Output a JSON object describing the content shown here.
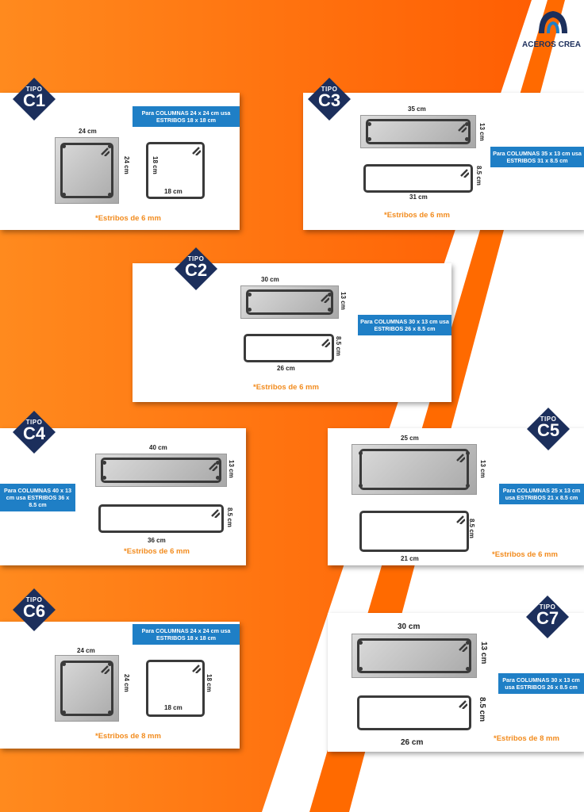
{
  "brand": {
    "name": "ACEROS CREA"
  },
  "colors": {
    "orange": "#ff6a00",
    "navy": "#1c2f5c",
    "info_blue": "#1f7fc6",
    "note_orange": "#f28b1d"
  },
  "badge_label": "TIPO",
  "cards": {
    "c1": {
      "code": "C1",
      "info": "Para COLUMNAS 24 x 24 cm usa ESTRIBOS 18 x 18 cm",
      "col_w": "24 cm",
      "col_h": "24 cm",
      "st_w": "18 cm",
      "st_h": "18 cm",
      "note": "*Estribos de 6 mm"
    },
    "c3": {
      "code": "C3",
      "info": "Para COLUMNAS 35 x 13 cm usa ESTRIBOS 31 x 8.5 cm",
      "col_w": "35 cm",
      "col_h": "13 cm",
      "st_w": "31 cm",
      "st_h": "8.5 cm",
      "note": "*Estribos de 6 mm"
    },
    "c2": {
      "code": "C2",
      "info": "Para COLUMNAS 30 x 13 cm usa ESTRIBOS 26 x 8.5 cm",
      "col_w": "30 cm",
      "col_h": "13 cm",
      "st_w": "26 cm",
      "st_h": "8.5 cm",
      "note": "*Estribos de 6 mm"
    },
    "c4": {
      "code": "C4",
      "info": "Para COLUMNAS 40 x 13 cm usa ESTRIBOS 36 x 8.5 cm",
      "col_w": "40 cm",
      "col_h": "13 cm",
      "st_w": "36 cm",
      "st_h": "8.5 cm",
      "note": "*Estribos de 6 mm"
    },
    "c5": {
      "code": "C5",
      "info": "Para COLUMNAS 25 x 13 cm usa ESTRIBOS 21 x 8.5 cm",
      "col_w": "25 cm",
      "col_h": "13 cm",
      "st_w": "21 cm",
      "st_h": "8.5 cm",
      "note": "*Estribos de 6 mm"
    },
    "c6": {
      "code": "C6",
      "info": "Para COLUMNAS 24 x 24 cm usa ESTRIBOS 18 x 18 cm",
      "col_w": "24 cm",
      "col_h": "24 cm",
      "st_w": "18 cm",
      "st_h": "18 cm",
      "note": "*Estribos de 8 mm"
    },
    "c7": {
      "code": "C7",
      "info": "Para COLUMNAS 30 x 13 cm usa ESTRIBOS 26 x 8.5 cm",
      "col_w": "30 cm",
      "col_h": "13 cm",
      "st_w": "26 cm",
      "st_h": "8.5 cm",
      "note": "*Estribos de 8 mm"
    }
  }
}
